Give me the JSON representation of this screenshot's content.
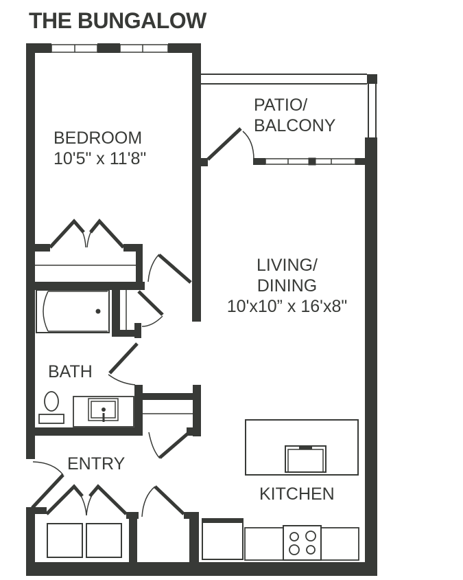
{
  "title": "THE BUNGALOW",
  "colors": {
    "wall": "#383a37",
    "background": "#ffffff"
  },
  "rooms": {
    "bedroom": {
      "name": "BEDROOM",
      "dimensions": "10'5\" x 11'8\""
    },
    "patio": {
      "line1": "PATIO/",
      "line2": "BALCONY"
    },
    "living": {
      "line1": "LIVING/",
      "line2": "DINING",
      "dimensions": "10'x10” x 16'x8\""
    },
    "bath": {
      "name": "BATH"
    },
    "entry": {
      "name": "ENTRY"
    },
    "kitchen": {
      "name": "KITCHEN"
    }
  },
  "fixtures": [
    "bathtub",
    "toilet",
    "vanity-sink",
    "island-sink",
    "refrigerator",
    "range-4-burner",
    "closet-bifold-doors",
    "linen-closet",
    "washer-dryer-closet",
    "sliding-glass-door",
    "windows"
  ]
}
